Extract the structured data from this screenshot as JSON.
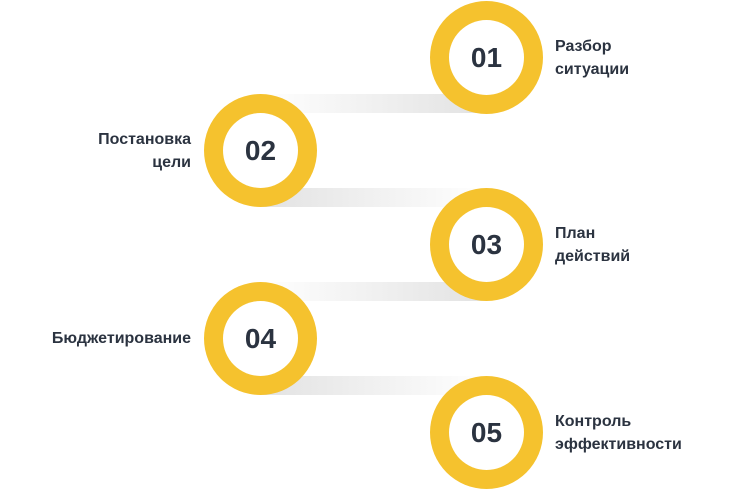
{
  "accent_color": "#f5c22e",
  "steps": [
    {
      "number": "01",
      "line1": "Разбор",
      "line2": "ситуации"
    },
    {
      "number": "02",
      "line1": "Постановка",
      "line2": "цели"
    },
    {
      "number": "03",
      "line1": "План",
      "line2": "действий"
    },
    {
      "number": "04",
      "line1": "Бюджетирование",
      "line2": ""
    },
    {
      "number": "05",
      "line1": "Контроль",
      "line2": "эффективности"
    }
  ]
}
